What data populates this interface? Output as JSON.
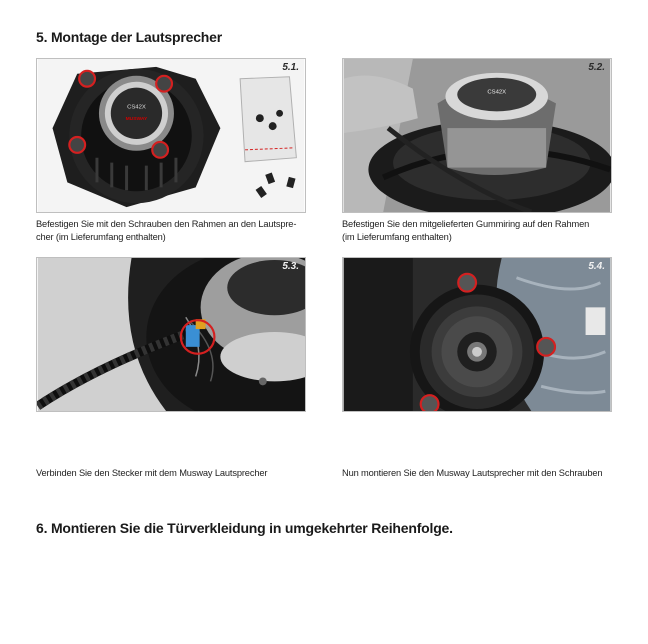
{
  "headings": {
    "section5": "5. Montage der Lautsprecher",
    "section6": "6. Montieren Sie die Türverkleidung in umgekehrter Reihenfolge."
  },
  "steps": [
    {
      "number": "5.1.",
      "caption_line1": "Befestigen Sie mit den Schrauben den Rahmen an den Lautspre-",
      "caption_line2": "cher (im Lieferumfang enthalten)",
      "speaker_label": "CS42X",
      "brand_label": "MUSWAY"
    },
    {
      "number": "5.2.",
      "caption_line1": "Befestigen Sie den mitgelieferten Gummiring auf den Rahmen",
      "caption_line2": "(im Lieferumfang enthalten)",
      "speaker_label": "CS42X"
    },
    {
      "number": "5.3.",
      "caption_line1": "Verbinden Sie den Stecker mit dem Musway Lautsprecher"
    },
    {
      "number": "5.4.",
      "caption_line1": "Nun montieren Sie den Musway Lautsprecher mit den Schrauben"
    }
  ],
  "colors": {
    "highlight_circle": "#d42020",
    "frame_black": "#1c1c1c",
    "border": "#bfbfbf"
  }
}
